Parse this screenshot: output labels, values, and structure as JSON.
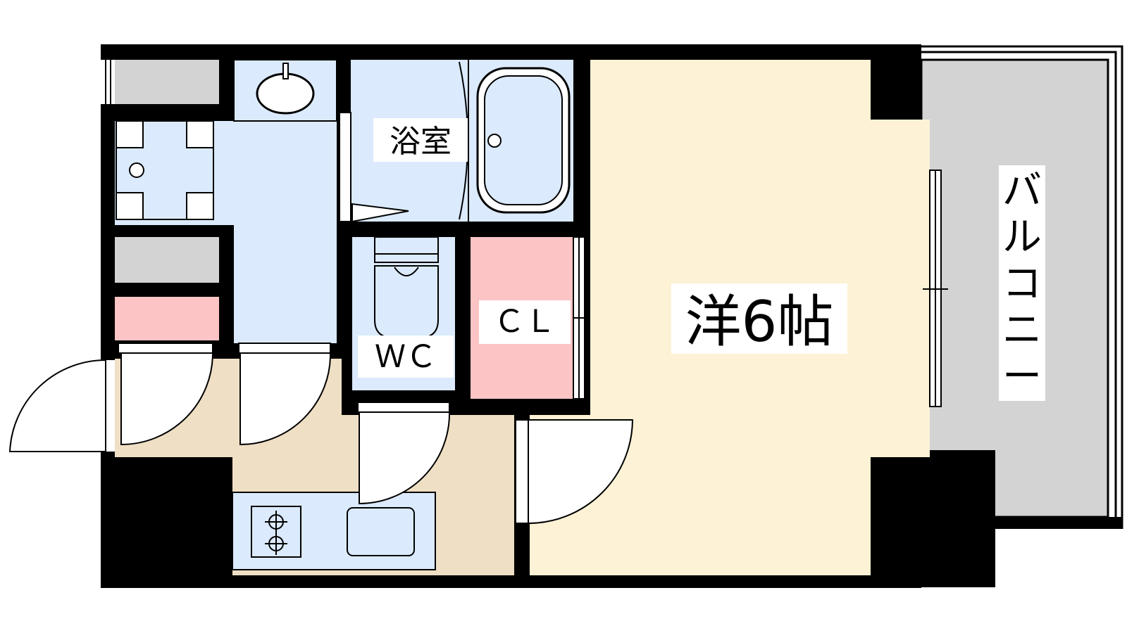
{
  "labels": {
    "bathroom": "浴室",
    "toilet": "ＷＣ",
    "closet": "ＣＬ",
    "western_room": "洋6帖",
    "balcony": [
      "バ",
      "ル",
      "コ",
      "ニ",
      "ー"
    ]
  },
  "colors": {
    "wall": "#000000",
    "wet_area": "#dbeafd",
    "closet": "#fcc4c4",
    "room_floor": "#fdf2d5",
    "entrance_floor": "#efdfc5",
    "balcony": "#d3d3d3",
    "storage": "#d3d3d3"
  }
}
